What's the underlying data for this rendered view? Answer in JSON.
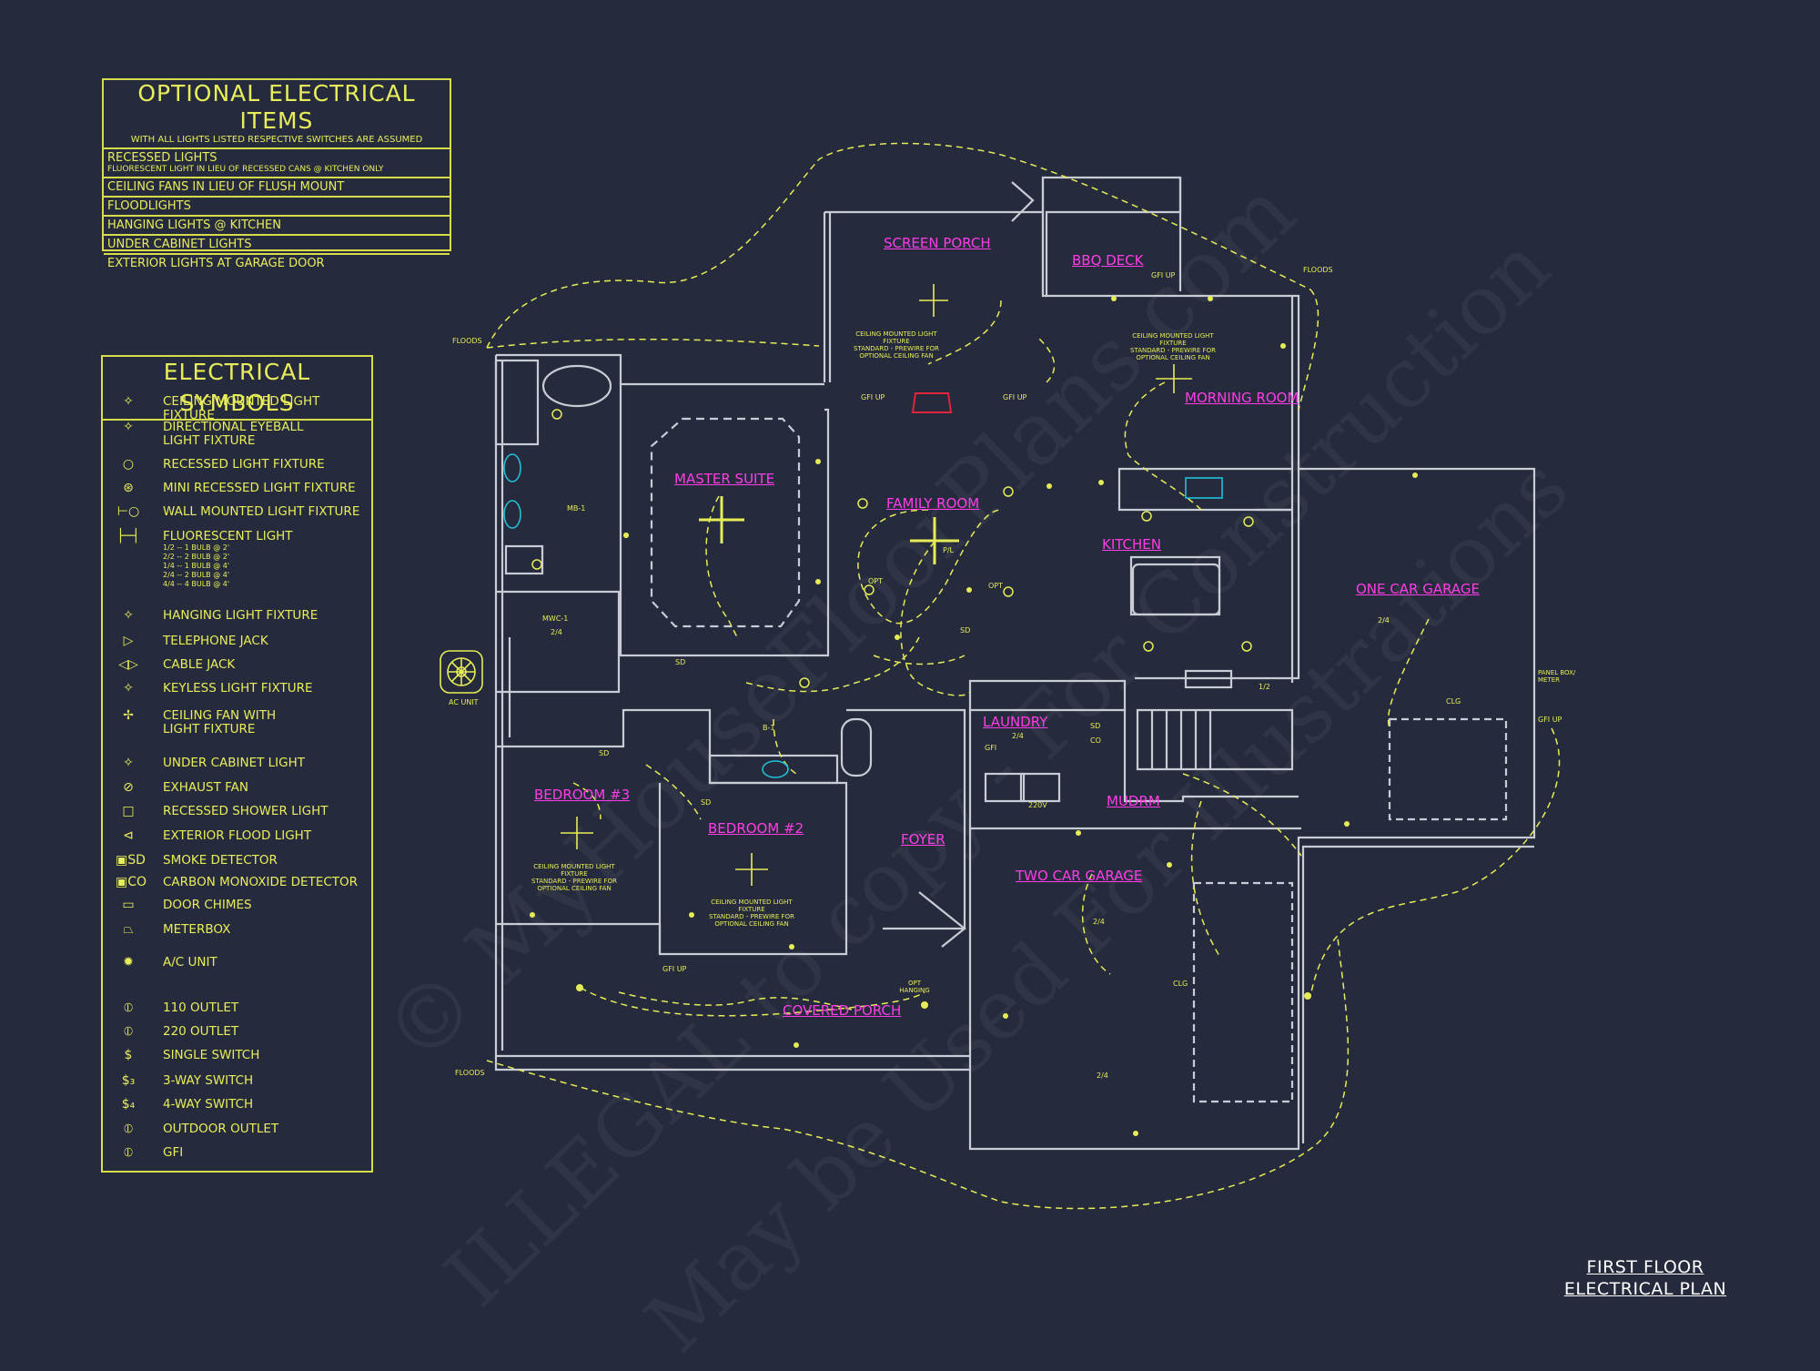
{
  "optional_items": {
    "title": "OPTIONAL ELECTRICAL ITEMS",
    "subtitle": "WITH ALL LIGHTS LISTED RESPECTIVE SWITCHES ARE ASSUMED",
    "rows": [
      {
        "label": "RECESSED LIGHTS",
        "note": "FLUORESCENT LIGHT IN LIEU OF RECESSED CANS @ KITCHEN ONLY"
      },
      {
        "label": "CEILING FANS IN LIEU OF FLUSH MOUNT",
        "note": ""
      },
      {
        "label": "FLOODLIGHTS",
        "note": ""
      },
      {
        "label": "HANGING LIGHTS @ KITCHEN",
        "note": ""
      },
      {
        "label": "UNDER CABINET LIGHTS",
        "note": ""
      },
      {
        "label": "EXTERIOR LIGHTS AT GARAGE DOOR",
        "note": ""
      }
    ]
  },
  "symbols": {
    "title": "ELECTRICAL SYMBOLS",
    "items": [
      {
        "icon": "ceiling-light-icon",
        "glyph": "✧",
        "label": "CEILING MOUNTED LIGHT FIXTURE",
        "note": ""
      },
      {
        "icon": "eyeball-light-icon",
        "glyph": "✧",
        "label": "DIRECTIONAL EYEBALL\nLIGHT FIXTURE",
        "note": ""
      },
      {
        "icon": "recessed-light-icon",
        "glyph": "○",
        "label": "RECESSED LIGHT FIXTURE",
        "note": ""
      },
      {
        "icon": "mini-recessed-light-icon",
        "glyph": "⊛",
        "label": "MINI RECESSED LIGHT FIXTURE",
        "note": ""
      },
      {
        "icon": "wall-light-icon",
        "glyph": "⊢○",
        "label": "WALL MOUNTED LIGHT FIXTURE",
        "note": ""
      },
      {
        "icon": "fluorescent-light-icon",
        "glyph": "├─┤",
        "label": "FLUORESCENT LIGHT",
        "note": "1/2 -- 1 BULB @ 2'\n2/2 -- 2 BULB @ 2'\n1/4 -- 1 BULB @ 4'\n2/4 -- 2 BULB @ 4'\n4/4 -- 4 BULB @ 4'"
      },
      {
        "icon": "hanging-light-icon",
        "glyph": "✧",
        "label": "HANGING LIGHT FIXTURE",
        "note": ""
      },
      {
        "icon": "telephone-jack-icon",
        "glyph": "▷",
        "label": "TELEPHONE JACK",
        "note": ""
      },
      {
        "icon": "cable-jack-icon",
        "glyph": "◁▷",
        "label": "CABLE JACK",
        "note": ""
      },
      {
        "icon": "keyless-light-icon",
        "glyph": "✧",
        "label": "KEYLESS LIGHT FIXTURE",
        "note": ""
      },
      {
        "icon": "ceiling-fan-icon",
        "glyph": "✢",
        "label": "CEILING FAN WITH\nLIGHT FIXTURE",
        "note": ""
      },
      {
        "icon": "under-cabinet-light-icon",
        "glyph": "✧",
        "label": "UNDER CABINET LIGHT",
        "note": ""
      },
      {
        "icon": "exhaust-fan-icon",
        "glyph": "⊘",
        "label": "EXHAUST FAN",
        "note": ""
      },
      {
        "icon": "shower-light-icon",
        "glyph": "□",
        "label": "RECESSED SHOWER LIGHT",
        "note": ""
      },
      {
        "icon": "flood-light-icon",
        "glyph": "⊲",
        "label": "EXTERIOR FLOOD LIGHT",
        "note": ""
      },
      {
        "icon": "smoke-detector-icon",
        "glyph": "▣SD",
        "label": "SMOKE DETECTOR",
        "note": ""
      },
      {
        "icon": "co-detector-icon",
        "glyph": "▣CO",
        "label": "CARBON MONOXIDE DETECTOR",
        "note": ""
      },
      {
        "icon": "door-chimes-icon",
        "glyph": "▭",
        "label": "DOOR CHIMES",
        "note": ""
      },
      {
        "icon": "meterbox-icon",
        "glyph": "⏢",
        "label": "METERBOX",
        "note": ""
      },
      {
        "icon": "ac-unit-icon",
        "glyph": "✹",
        "label": "A/C UNIT",
        "note": ""
      },
      {
        "icon": "outlet-110-icon",
        "glyph": "⦶",
        "label": "110 OUTLET",
        "note": ""
      },
      {
        "icon": "outlet-220-icon",
        "glyph": "⦶",
        "label": "220 OUTLET",
        "note": ""
      },
      {
        "icon": "single-switch-icon",
        "glyph": "$",
        "label": "SINGLE SWITCH",
        "note": ""
      },
      {
        "icon": "three-way-switch-icon",
        "glyph": "$₃",
        "label": "3-WAY SWITCH",
        "note": ""
      },
      {
        "icon": "four-way-switch-icon",
        "glyph": "$₄",
        "label": "4-WAY SWITCH",
        "note": ""
      },
      {
        "icon": "outdoor-outlet-icon",
        "glyph": "⦶",
        "label": "OUTDOOR OUTLET",
        "note": ""
      },
      {
        "icon": "gfi-outlet-icon",
        "glyph": "⦶",
        "label": "GFI",
        "note": ""
      }
    ]
  },
  "rooms": {
    "screen_porch": "SCREEN PORCH",
    "bbq_deck": "BBQ DECK",
    "morning_room": "MORNING ROOM",
    "master_suite": "MASTER SUITE",
    "family_room": "FAMILY ROOM",
    "kitchen": "KITCHEN",
    "one_car_garage": "ONE CAR GARAGE",
    "laundry": "LAUNDRY",
    "bedroom3": "BEDROOM #3",
    "bedroom2": "BEDROOM #2",
    "mudrm": "MUDRM",
    "foyer": "FOYER",
    "two_car_garage": "TWO CAR GARAGE",
    "covered_porch": "COVERED PORCH"
  },
  "notes": {
    "fixture_note": "CEILING MOUNTED LIGHT FIXTURE\nSTANDARD - PREWIRE FOR\nOPTIONAL CEILING FAN",
    "floods": "FLOODS",
    "ac_unit": "AC UNIT",
    "panel_box": "PANEL BOX/\nMETER",
    "gfi_up": "GFI UP",
    "clg": "CLG",
    "opt": "OPT",
    "opt_hanging": "OPT\nHANGING",
    "sd": "SD",
    "co": "CO",
    "mb1": "MB-1",
    "b1": "B-1",
    "mwc1": "MWC-1",
    "two_four": "2/4",
    "one_two": "1/2",
    "v220": "220V",
    "gfi": "GFI",
    "pl": "P/L"
  },
  "plan_title": {
    "line1": "FIRST FLOOR",
    "line2": "ELECTRICAL PLAN"
  },
  "watermark": {
    "line1": "© MyHouseFloorPlans.com",
    "line2": "ILLEGAL to copy - For Construction",
    "line3": "May be Used For Illustrations"
  },
  "colors": {
    "background": "#252b3d",
    "wiring": "#e6ec55",
    "walls": "#c9ccd4",
    "room_labels": "#ff3ce6"
  }
}
